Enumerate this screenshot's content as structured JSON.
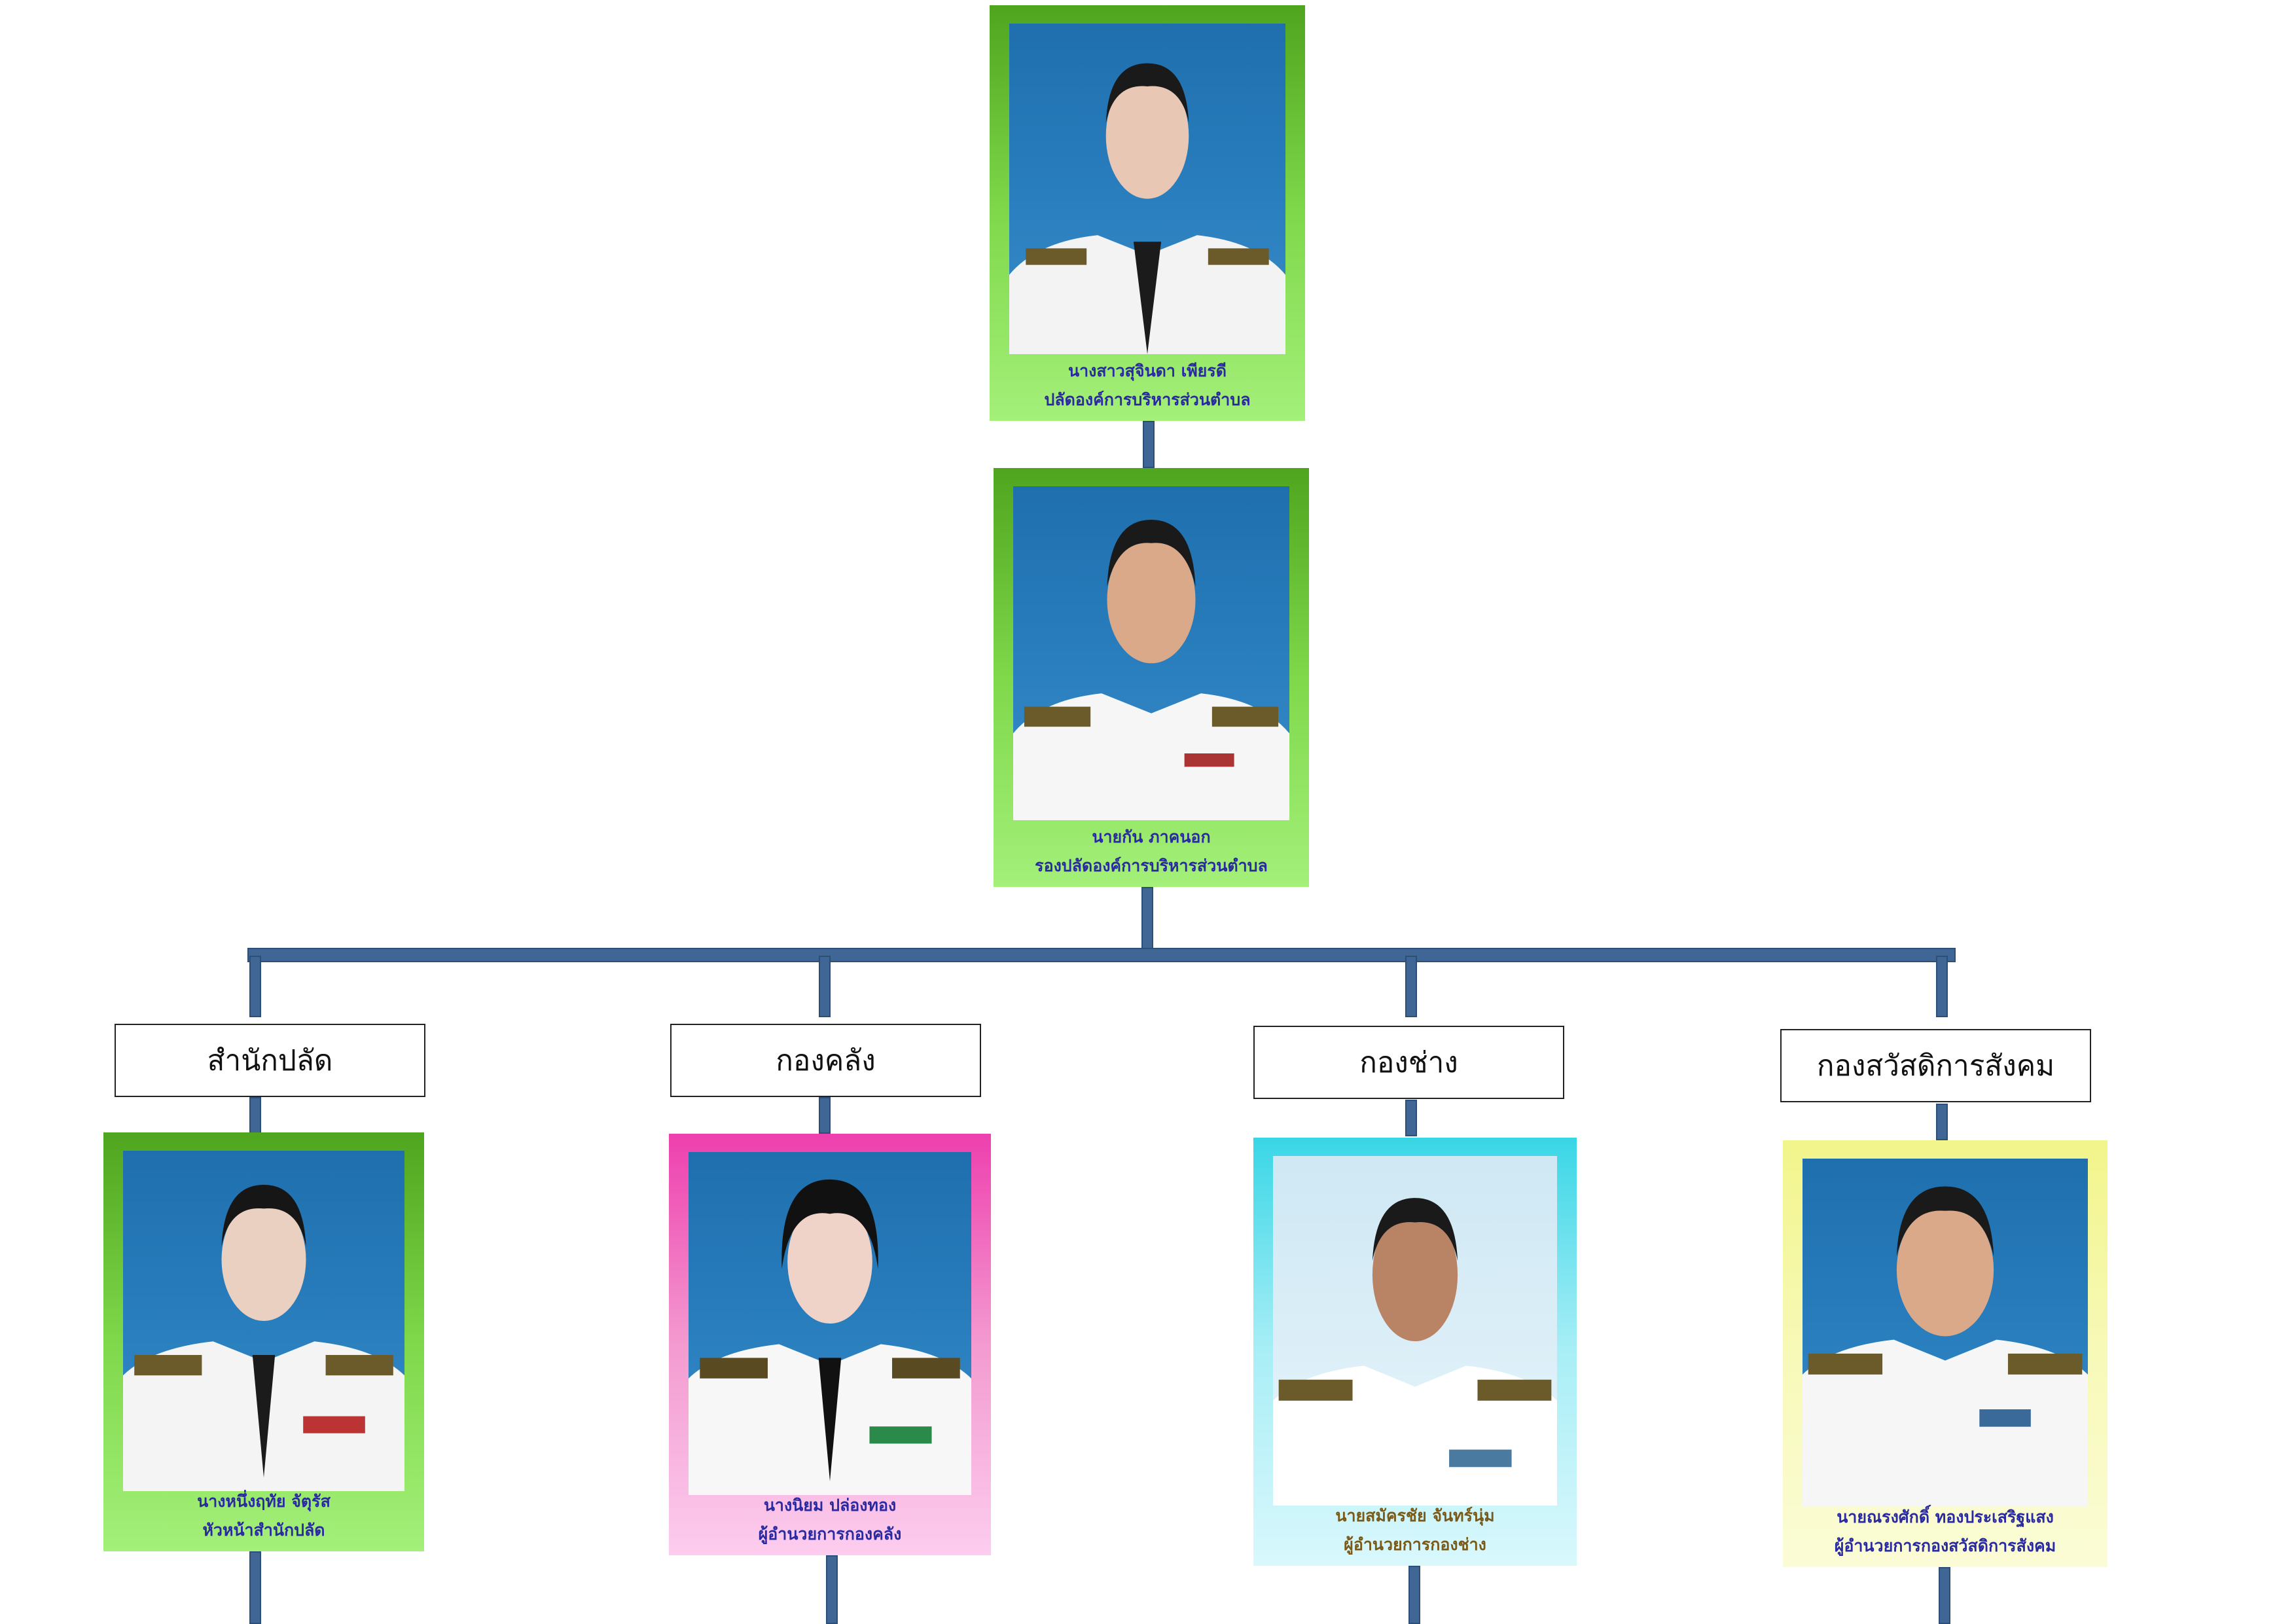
{
  "chart": {
    "head": {
      "name": "นางสาวสุจินดา  เพียรดี",
      "position": "ปลัดองค์การบริหารส่วนตำบล",
      "frame": "green"
    },
    "deputy": {
      "name": "นายกัน  ภาคนอก",
      "position": "รองปลัดองค์การบริหารส่วนตำบล",
      "frame": "green"
    },
    "departments": [
      {
        "title": "สำนักปลัด",
        "name": "นางหนึ่งฤทัย  จัตุรัส",
        "position": "หัวหน้าสำนักปลัด",
        "frame": "green"
      },
      {
        "title": "กองคลัง",
        "name": "นางนิยม  ปล่องทอง",
        "position": "ผู้อำนวยการกองคลัง",
        "frame": "pink"
      },
      {
        "title": "กองช่าง",
        "name": "นายสมัครชัย  จันทร์นุ่ม",
        "position": "ผู้อำนวยการกองช่าง",
        "frame": "cyan"
      },
      {
        "title": "กองสวัสดิการสังคม",
        "name": "นายณรงศักดิ์ ทองประเสริฐแสง",
        "position": "ผู้อำนวยการกองสวัสดิการสังคม",
        "frame": "yellow"
      }
    ],
    "colors": {
      "connector": "#3f6694",
      "caption_text": "#2a2aa0",
      "frame_green": "#6fcf3a",
      "frame_pink": "#f28ccc",
      "frame_cyan": "#8ee8f2",
      "frame_yellow": "#f6f8a8"
    }
  }
}
